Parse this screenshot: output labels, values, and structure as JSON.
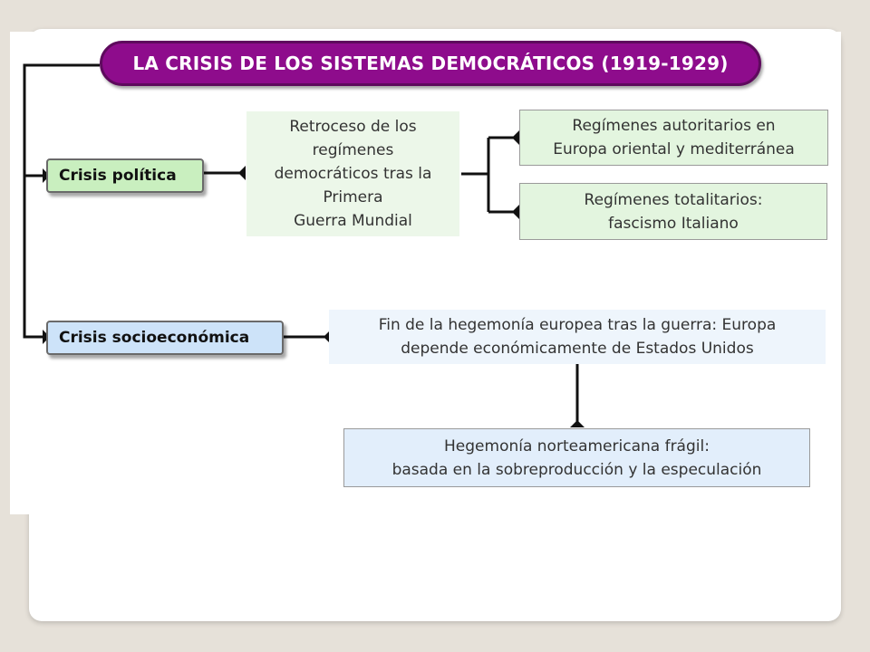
{
  "title": "LA CRISIS DE LOS SISTEMAS DEMOCRÁTICOS (1919-1929)",
  "colors": {
    "title_bg": "#8e0c8c",
    "politica_node": "#c9efbf",
    "socio_node": "#cde3f9",
    "green_box": "#e3f5df",
    "blue_box": "#e2eefb",
    "background": "#e6e1d9"
  },
  "nodes": {
    "crisis_politica": "Crisis política",
    "crisis_socioeconomica": "Crisis socioeconómica"
  },
  "politica": {
    "retroceso": [
      "Retroceso de los",
      "regímenes",
      "democráticos tras la",
      "Primera",
      "Guerra Mundial"
    ],
    "autoritarios": [
      "Regímenes autoritarios en",
      "Europa oriental y mediterránea"
    ],
    "totalitarios": [
      "Regímenes totalitarios:",
      "fascismo Italiano"
    ]
  },
  "socioeconomica": {
    "hegemonia": [
      "Fin de la hegemonía europea tras la guerra: Europa",
      "depende económicamente de Estados Unidos"
    ],
    "fragil": [
      "Hegemonía norteamericana frágil:",
      "basada en la sobreproducción y la especulación"
    ]
  }
}
